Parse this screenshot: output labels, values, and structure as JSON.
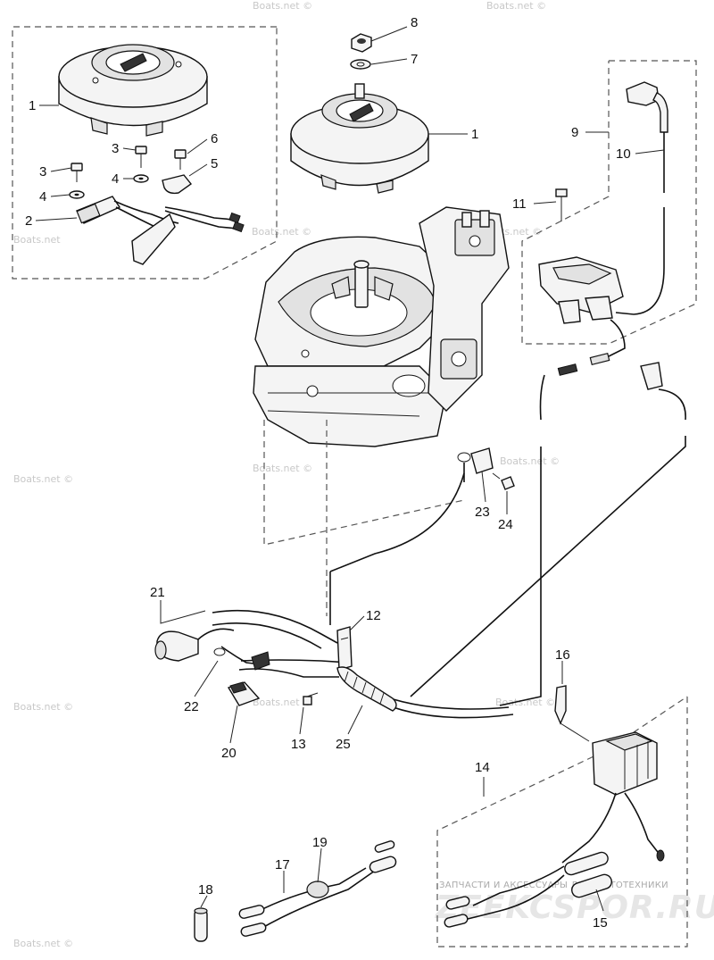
{
  "diagram": {
    "callouts": [
      {
        "id": "c1a",
        "text": "1"
      },
      {
        "id": "c1b",
        "text": "1"
      },
      {
        "id": "c2",
        "text": "2"
      },
      {
        "id": "c3a",
        "text": "3"
      },
      {
        "id": "c3b",
        "text": "3"
      },
      {
        "id": "c4a",
        "text": "4"
      },
      {
        "id": "c4b",
        "text": "4"
      },
      {
        "id": "c5",
        "text": "5"
      },
      {
        "id": "c6",
        "text": "6"
      },
      {
        "id": "c7",
        "text": "7"
      },
      {
        "id": "c8",
        "text": "8"
      },
      {
        "id": "c9",
        "text": "9"
      },
      {
        "id": "c10",
        "text": "10"
      },
      {
        "id": "c11",
        "text": "11"
      },
      {
        "id": "c12",
        "text": "12"
      },
      {
        "id": "c13",
        "text": "13"
      },
      {
        "id": "c14",
        "text": "14"
      },
      {
        "id": "c15",
        "text": "15"
      },
      {
        "id": "c16",
        "text": "16"
      },
      {
        "id": "c17",
        "text": "17"
      },
      {
        "id": "c18",
        "text": "18"
      },
      {
        "id": "c19",
        "text": "19"
      },
      {
        "id": "c20",
        "text": "20"
      },
      {
        "id": "c21",
        "text": "21"
      },
      {
        "id": "c22",
        "text": "22"
      },
      {
        "id": "c23",
        "text": "23"
      },
      {
        "id": "c24",
        "text": "24"
      },
      {
        "id": "c25",
        "text": "25"
      }
    ],
    "watermarks": {
      "brand": "Boats.net",
      "brand_copy": "Boats.net ©",
      "shop_caption": "ЗАПЧАСТИ И АКСЕССУАРЫ ДЛЯ МОТОТЕХНИКИ",
      "shop_logo": "ZEEKCSPOR.RU"
    }
  }
}
